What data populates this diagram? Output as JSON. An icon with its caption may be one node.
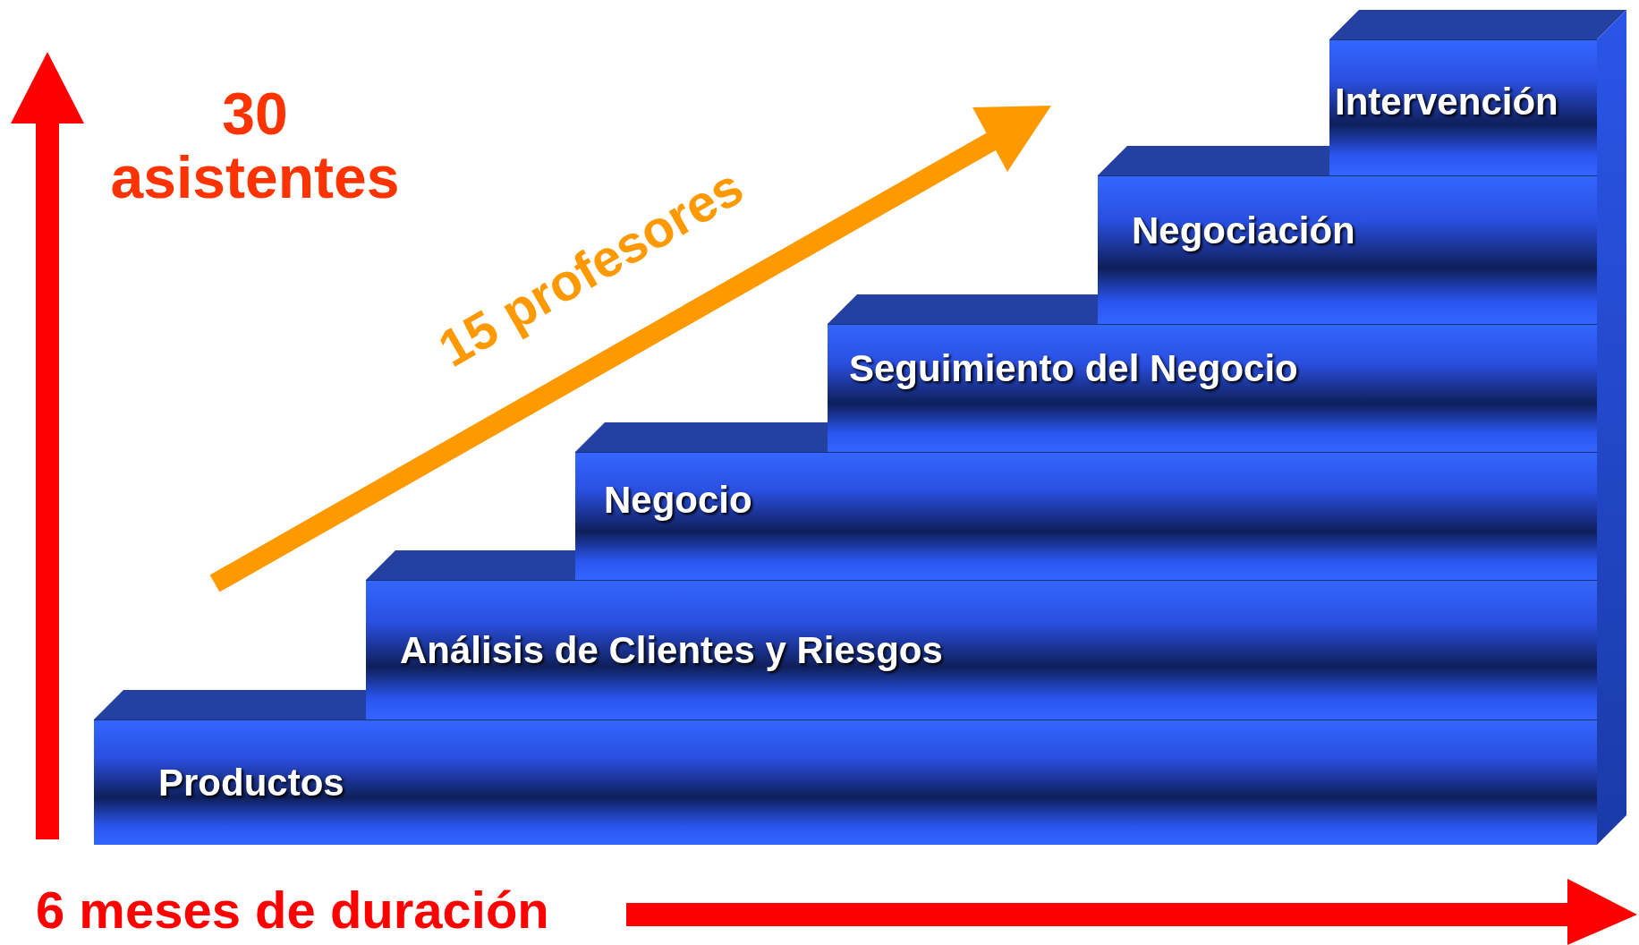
{
  "diagram": {
    "nodes": [
      {
        "text": [
          "Productos"
        ]
      },
      {
        "text": [
          "Análisis de Clientes y Riesgos"
        ]
      },
      {
        "text": [
          "Negocio"
        ]
      },
      {
        "text": [
          "Seguimiento del Negocio"
        ]
      },
      {
        "text": [
          "Negociación"
        ]
      },
      {
        "text": [
          "Intervención"
        ]
      }
    ],
    "labels": [
      "30 asistentes",
      "15 profesores",
      "6 meses de duración"
    ]
  }
}
